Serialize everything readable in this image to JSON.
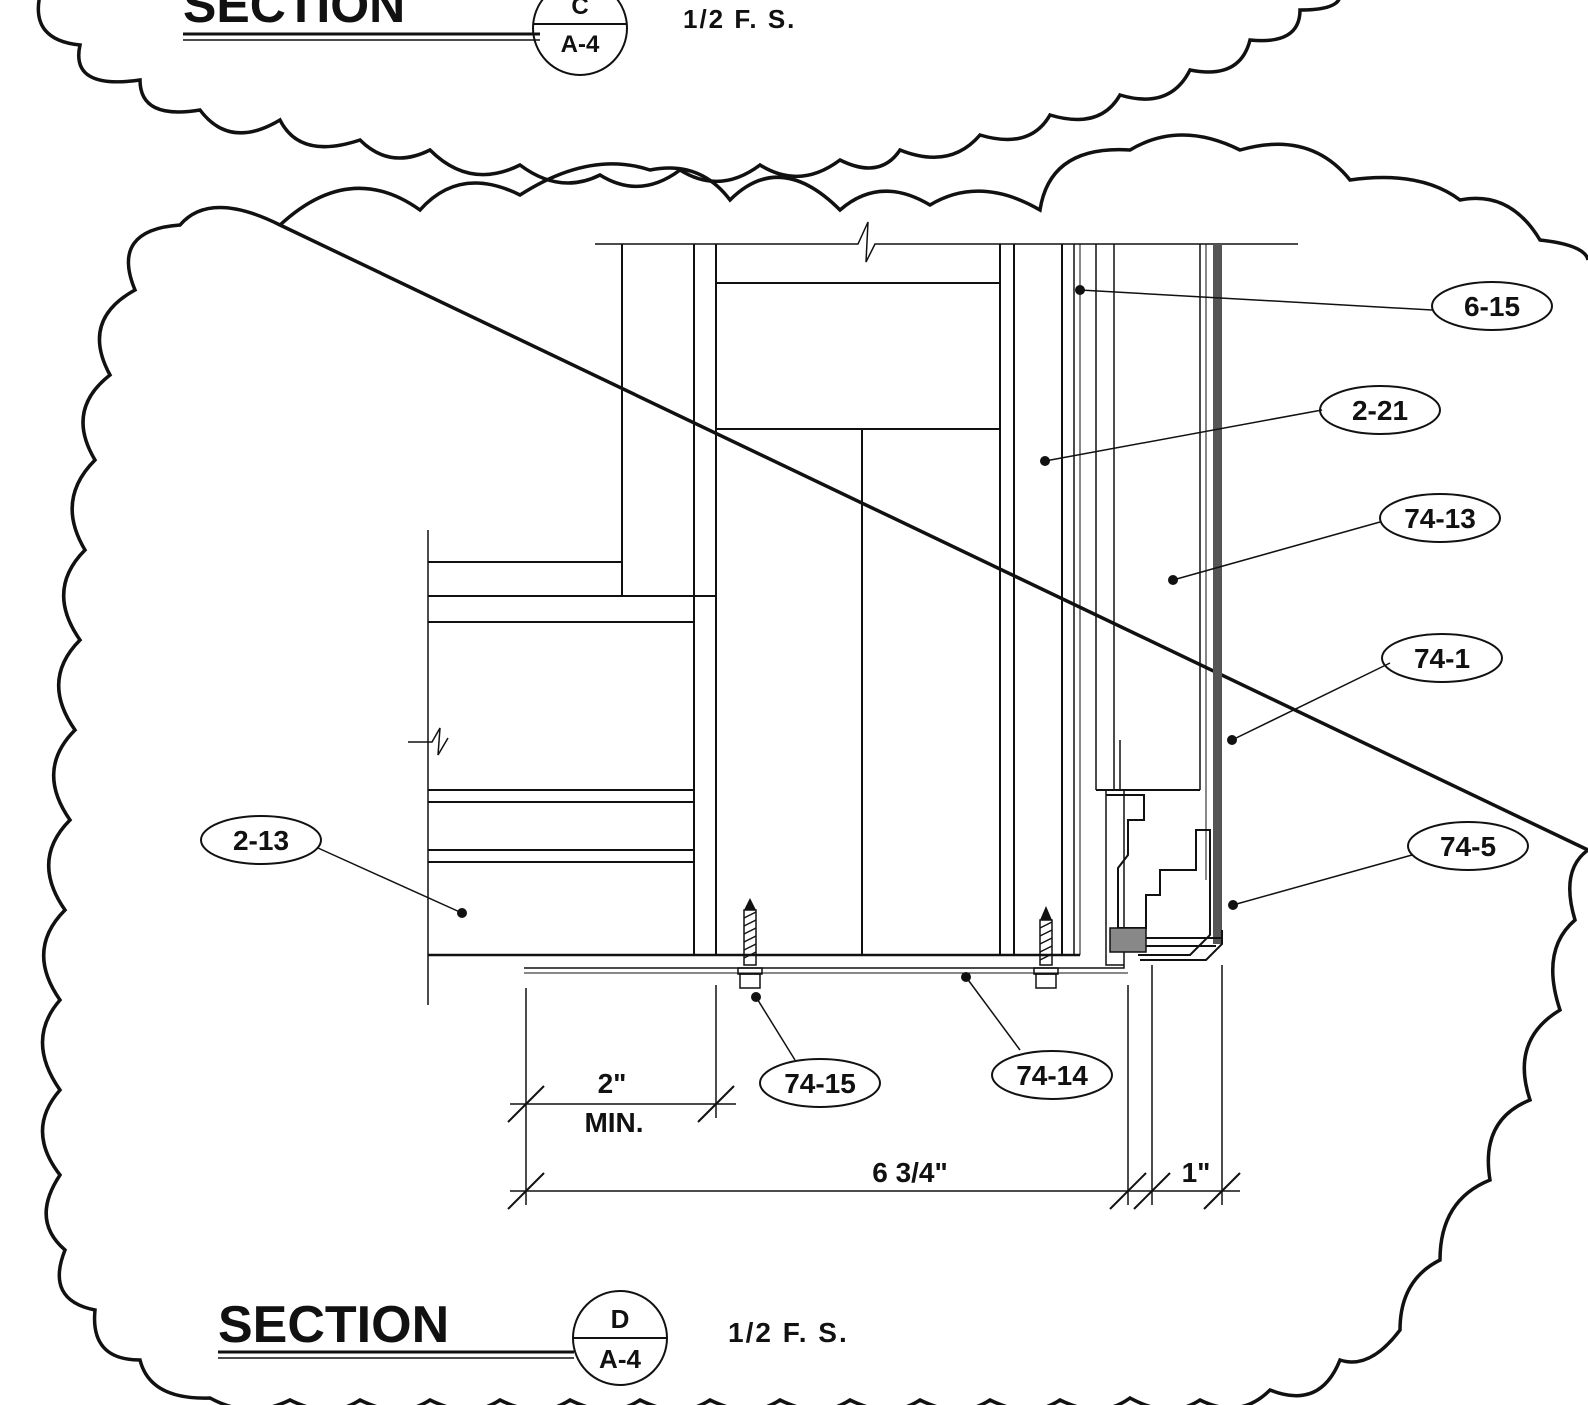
{
  "section_c": {
    "title": "SECTION",
    "detail": "C",
    "sheet": "A-4",
    "scale": "1/2 F. S."
  },
  "section_d": {
    "title": "SECTION",
    "detail": "D",
    "sheet": "A-4",
    "scale": "1/2 F. S."
  },
  "callouts": {
    "c_6_15": "6-15",
    "c_2_21": "2-21",
    "c_74_13": "74-13",
    "c_74_1": "74-1",
    "c_74_5": "74-5",
    "c_2_13": "2-13",
    "c_74_15": "74-15",
    "c_74_14": "74-14"
  },
  "dimensions": {
    "d_2in": "2\"",
    "d_min": "MIN.",
    "d_6_3_4": "6 3/4\"",
    "d_1in": "1\""
  }
}
